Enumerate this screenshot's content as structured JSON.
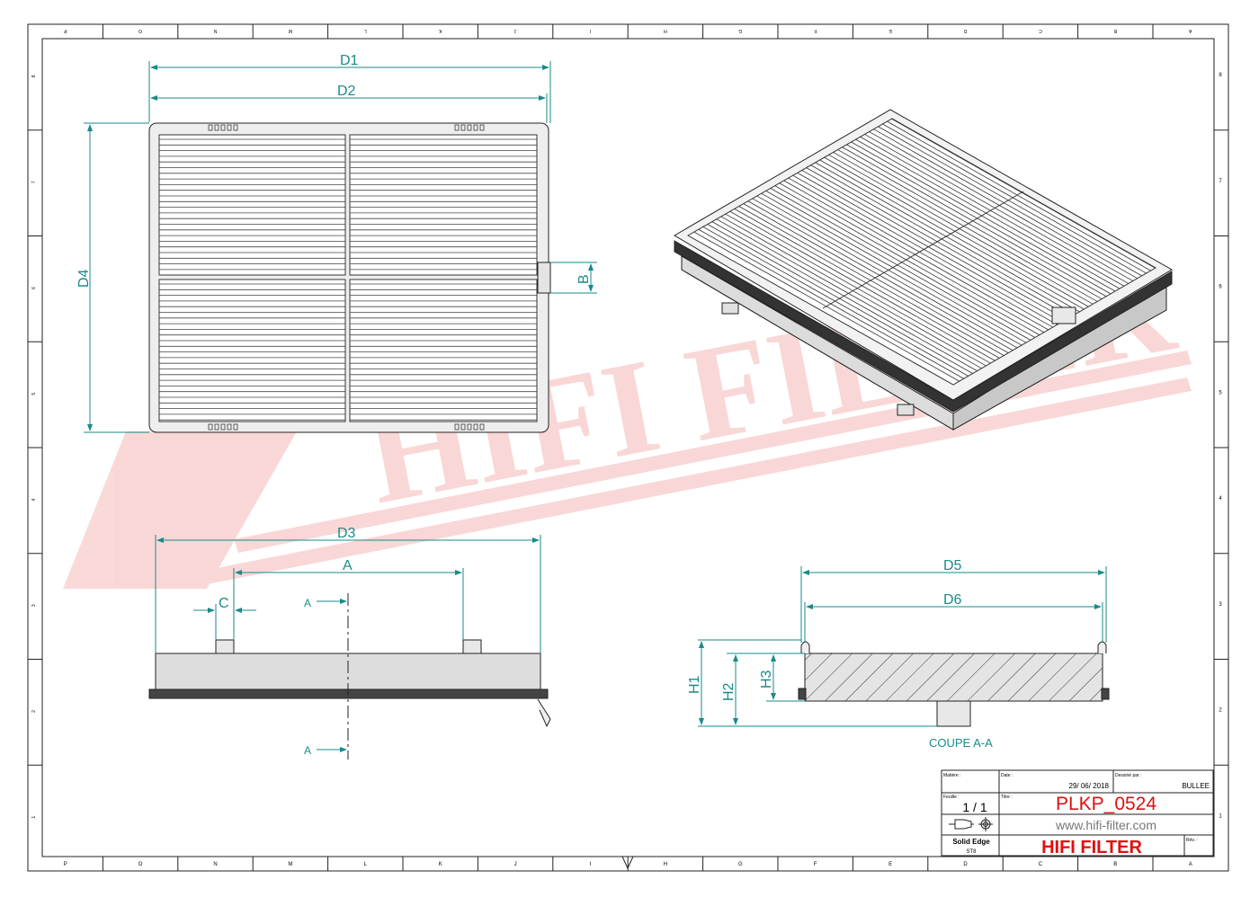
{
  "border": {
    "columns": [
      "P",
      "O",
      "N",
      "M",
      "L",
      "K",
      "J",
      "I",
      "H",
      "G",
      "F",
      "E",
      "D",
      "C",
      "B",
      "A"
    ],
    "rows": [
      "8",
      "7",
      "6",
      "5",
      "4",
      "3",
      "2",
      "1"
    ]
  },
  "watermark": "HIFI FILTER",
  "dimensions": {
    "d1": "D1",
    "d2": "D2",
    "d3": "D3",
    "d4": "D4",
    "d5": "D5",
    "d6": "D6",
    "a": "A",
    "b": "B",
    "c": "C",
    "h1": "H1",
    "h2": "H2",
    "h3": "H3"
  },
  "section": {
    "marker_top": "A",
    "marker_bottom": "A",
    "caption": "COUPE A-A"
  },
  "title_block": {
    "matiere_label": "Matière :",
    "date_label": "Date :",
    "date_value": "29/ 06/ 2018",
    "drawn_by_label": "Dessiné par :",
    "drawn_by_value": "BULLEE",
    "sheet_label": "Feuille :",
    "sheet_value": "1 / 1",
    "title_label": "Titre :",
    "title_value": "PLKP_0524",
    "website": "www.hifi-filter.com",
    "software": "Solid Edge",
    "software_sub": "ST8",
    "company": "HIFI FILTER",
    "rev_label": "Rév. :"
  },
  "colors": {
    "dimension": "#1a8a8a",
    "brand": "#e01010"
  }
}
